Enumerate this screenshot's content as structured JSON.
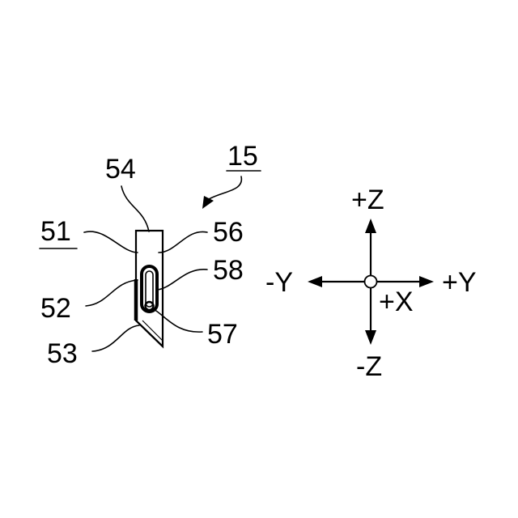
{
  "labels": {
    "assembly": "15",
    "ref_54": "54",
    "ref_51": "51",
    "ref_56": "56",
    "ref_58": "58",
    "ref_52": "52",
    "ref_57": "57",
    "ref_53": "53"
  },
  "axes": {
    "plus_z": "+Z",
    "minus_z": "-Z",
    "plus_y": "+Y",
    "minus_y": "-Y",
    "plus_x": "+X"
  },
  "colors": {
    "ink": "#000000",
    "background": "#ffffff"
  }
}
